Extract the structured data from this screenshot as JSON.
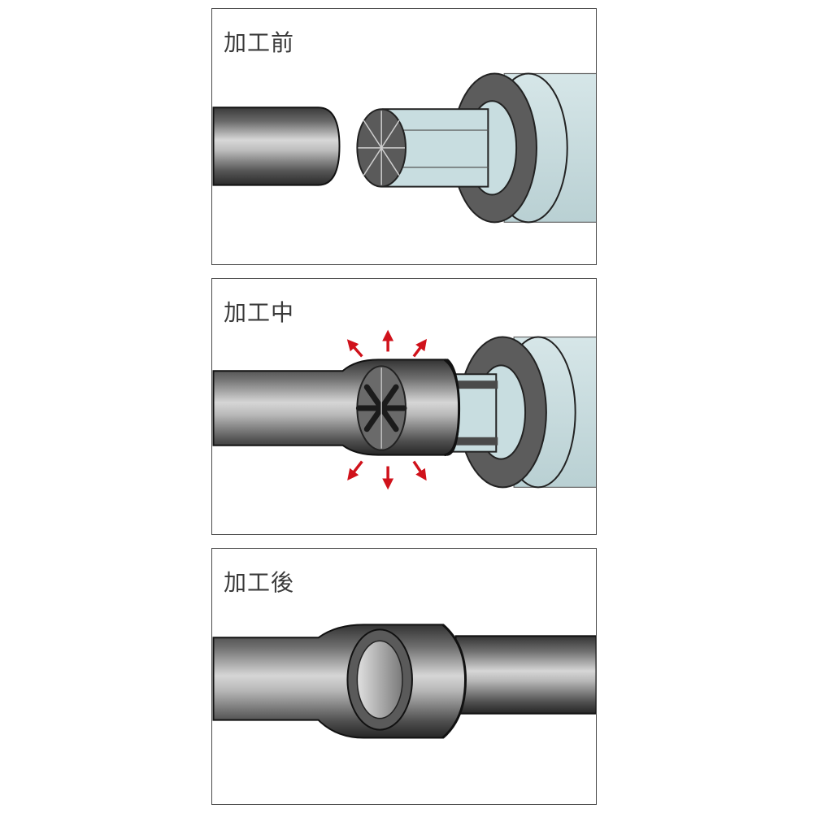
{
  "panels": [
    {
      "label": "加工前"
    },
    {
      "label": "加工中"
    },
    {
      "label": "加工後"
    }
  ],
  "colors": {
    "border": "#4a4a4a",
    "tube_dark": "#2e2e2e",
    "tube_light": "#c9c9c9",
    "die_face": "#5a5a5a",
    "collar_light": "#c8dde0",
    "arrow_red": "#d0121b"
  }
}
